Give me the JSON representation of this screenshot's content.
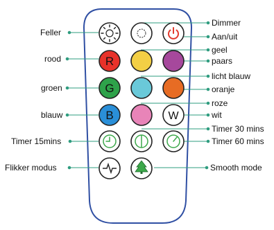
{
  "labels": {
    "feller": "Feller",
    "dimmer": "Dimmer",
    "power": "Aan/uit",
    "rood": "rood",
    "geel": "geel",
    "paars": "paars",
    "licht_blauw": "licht blauw",
    "groen": "groen",
    "oranje": "oranje",
    "roze": "roze",
    "blauw": "blauw",
    "wit": "wit",
    "timer15": "Timer 15mins",
    "timer30": "Timer 30 mins",
    "timer60": "Timer 60 mins",
    "flikker": "Flikker modus",
    "smooth": "Smooth mode"
  },
  "buttons": {
    "red_letter": "R",
    "green_letter": "G",
    "blue_letter": "B",
    "white_letter": "W"
  },
  "colors": {
    "remote_border": "#2f4fa3",
    "leader_line": "#2e9c7f",
    "red": "#e8322a",
    "yellow": "#f3cf45",
    "purple": "#a6489c",
    "green": "#2ea24a",
    "light_blue": "#6ac9d9",
    "orange": "#e76c24",
    "blue": "#2a8fd8",
    "pink": "#e884b8",
    "white": "#ffffff",
    "timer_green": "#3ca84a",
    "power_red": "#e23b2e"
  }
}
